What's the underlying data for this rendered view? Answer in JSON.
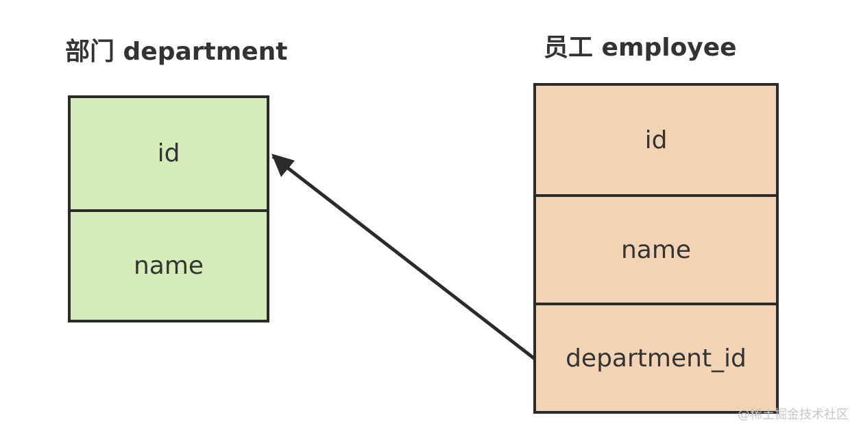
{
  "department": {
    "title": "部门 department",
    "fields": [
      "id",
      "name"
    ],
    "fill": "#d5ebb8"
  },
  "employee": {
    "title": "员工 employee",
    "fields": [
      "id",
      "name",
      "department_id"
    ],
    "fill": "#f2d4b5"
  },
  "relation": {
    "from": "employee.department_id",
    "to": "department.id",
    "arrow_color": "#2b2b2b"
  },
  "watermark": "@稀土掘金技术社区"
}
